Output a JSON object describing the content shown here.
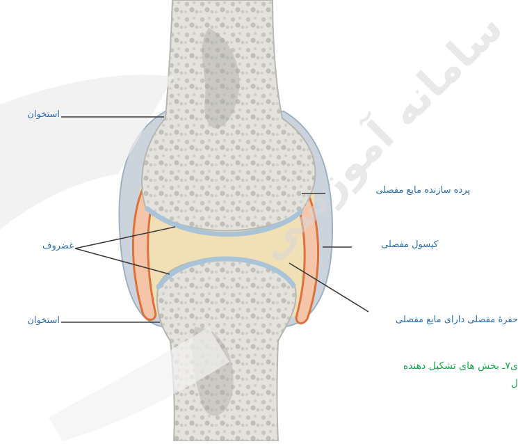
{
  "labels": {
    "bone_top": "استخوان",
    "bone_bottom": "استخوان",
    "cartilage": "غضروف",
    "synovial_membrane": "پرده سازنده مایع مفصلی",
    "joint_capsule": "کپسول مفصلی",
    "joint_cavity": "حفرهٔ مفصلی دارای مایع مفصلی"
  },
  "caption": {
    "line1": "ی۷ـ بخش های تشکیل دهنده",
    "line2": "ل"
  },
  "watermark": {
    "text": "سامانه آموزشی"
  },
  "colors": {
    "label_text": "#2a6fb0",
    "caption_text": "#19a64f",
    "bone": "#e2e1dc",
    "cartilage": "#a9c4d6",
    "synovial_membrane": "#e0703a",
    "fluid": "#f2dfb6",
    "capsule": "#c6d0da",
    "leader_line": "#3b3b3b"
  }
}
